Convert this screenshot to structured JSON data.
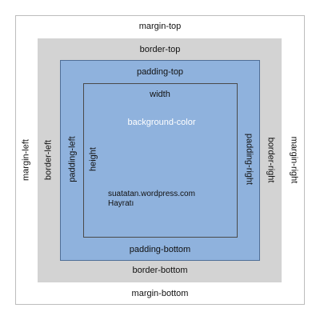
{
  "labels": {
    "margin_top": "margin-top",
    "margin_bottom": "margin-bottom",
    "margin_left": "margin-left",
    "margin_right": "margin-right",
    "border_top": "border-top",
    "border_bottom": "border-bottom",
    "border_left": "border-left",
    "border_right": "border-right",
    "padding_top": "padding-top",
    "padding_bottom": "padding-bottom",
    "padding_left": "padding-left",
    "padding_right": "padding-right",
    "width": "width",
    "height": "height",
    "background_color": "background-color"
  },
  "credit": {
    "site": "suatatan.wordpress.com",
    "author": "Hayratı"
  },
  "colors": {
    "margin_fill": "#ffffff",
    "margin_outline": "#bdbdbd",
    "border_fill": "#d3d3d3",
    "padding_fill": "#8fb2dd",
    "content_fill": "#8fb2dd",
    "content_outline": "#4a4a4a",
    "background_color_text": "#ffffff"
  }
}
